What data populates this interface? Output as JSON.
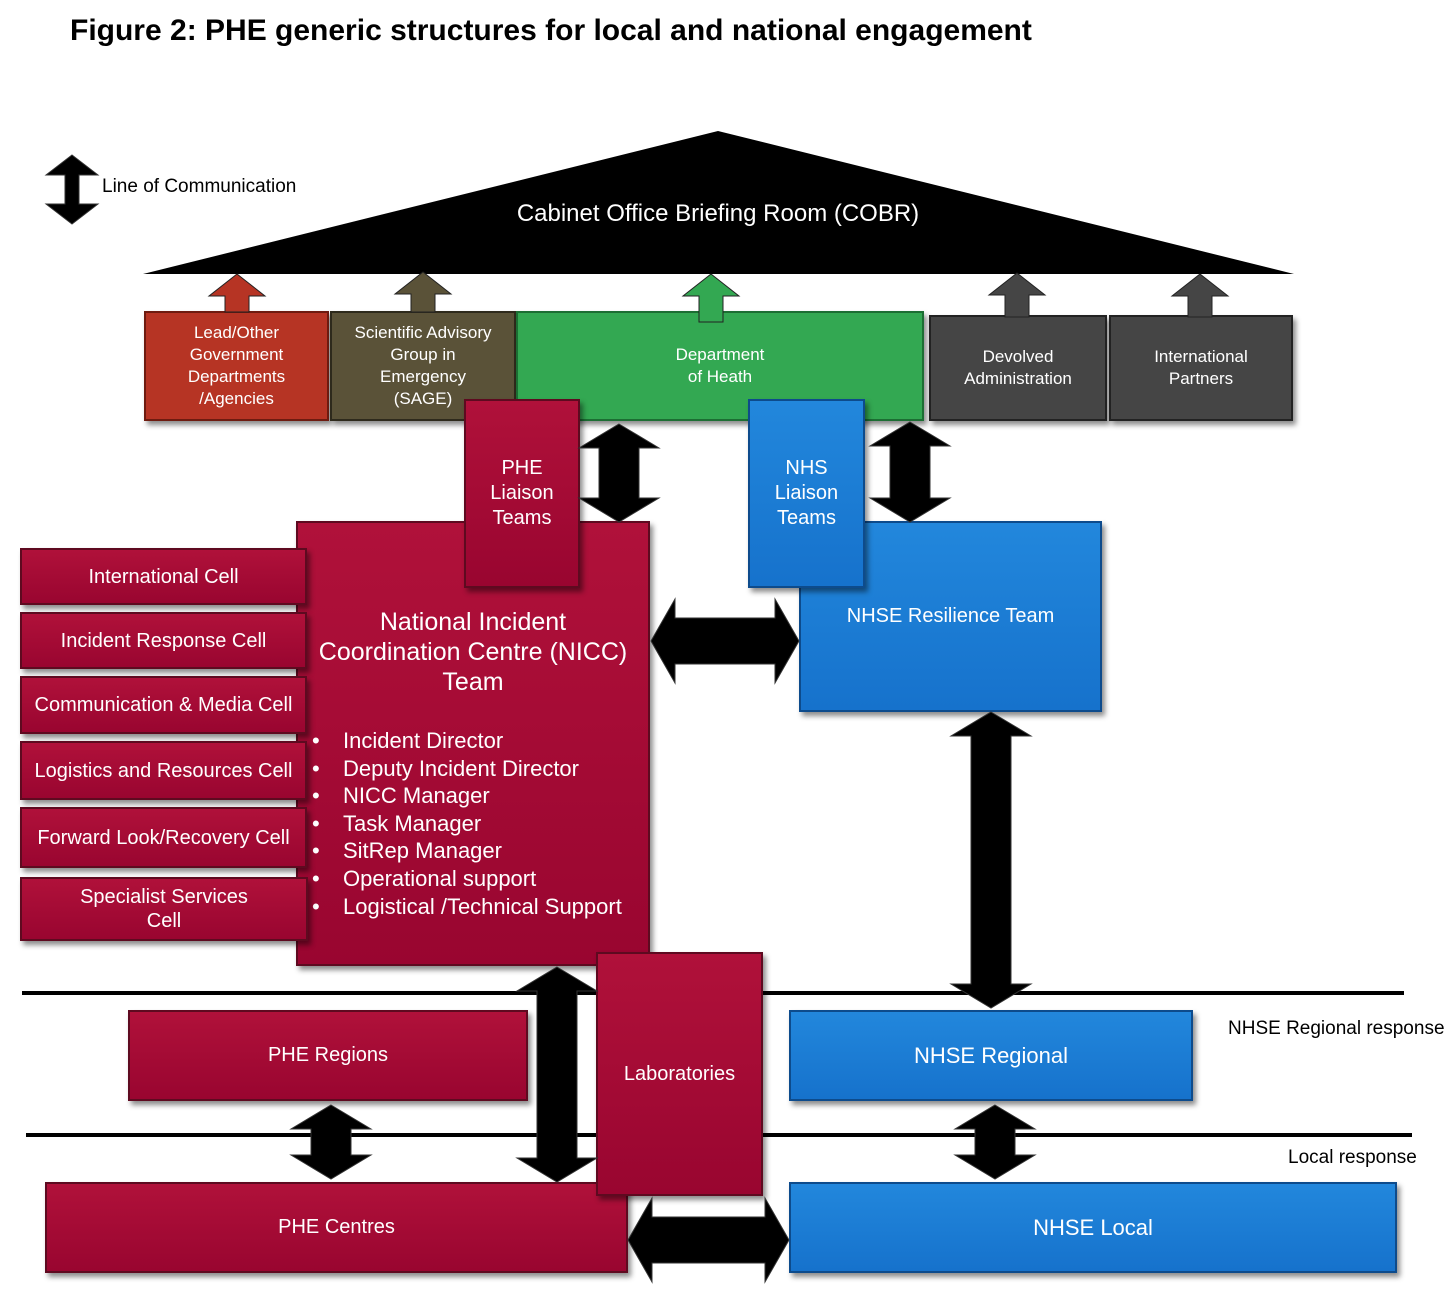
{
  "title": "Figure 2: PHE generic structures for local and national engagement",
  "legend": {
    "icon": "double-arrow-icon",
    "label": "Line of Communication"
  },
  "cobr": {
    "label": "Cabinet Office Briefing Room (COBR)"
  },
  "top_boxes": {
    "lead_other": [
      "Lead/Other",
      "Government",
      "Departments",
      "/Agencies"
    ],
    "sage": [
      "Scientific Advisory",
      "Group in",
      "Emergency",
      "(SAGE)"
    ],
    "doh": [
      "Department",
      "of Heath"
    ],
    "devolved": [
      "Devolved",
      "Administration"
    ],
    "international": [
      "International",
      "Partners"
    ]
  },
  "liaison": {
    "phe": [
      "PHE",
      "Liaison",
      "Teams"
    ],
    "nhs": [
      "NHS",
      "Liaison",
      "Teams"
    ]
  },
  "cells": [
    "International  Cell",
    "Incident Response Cell",
    "Communication & Media Cell",
    "Logistics and Resources Cell",
    "Forward Look/Recovery Cell",
    [
      "Specialist Services",
      "Cell"
    ]
  ],
  "nicc": {
    "title": [
      "National Incident",
      "Coordination Centre (NICC)",
      "Team"
    ],
    "roles": [
      "Incident Director",
      "Deputy Incident Director",
      "NICC Manager",
      "Task Manager",
      "SitRep Manager",
      "Operational support",
      "Logistical /Technical Support"
    ]
  },
  "nhse_resilience": "NHSE Resilience Team",
  "laboratories": "Laboratories",
  "phe_regions": "PHE Regions",
  "nhse_regional": "NHSE  Regional",
  "phe_centres": "PHE Centres",
  "nhse_local": "NHSE  Local",
  "tiers": {
    "regional": "NHSE Regional response",
    "local": "Local response"
  },
  "colors": {
    "phe_red": "#a30a35",
    "nhs_blue": "#1d7fd6",
    "doh_green": "#33a852",
    "lead_red": "#b63424",
    "sage_olive": "#5a5238",
    "grey": "#454545",
    "cobr_black": "#000000"
  }
}
